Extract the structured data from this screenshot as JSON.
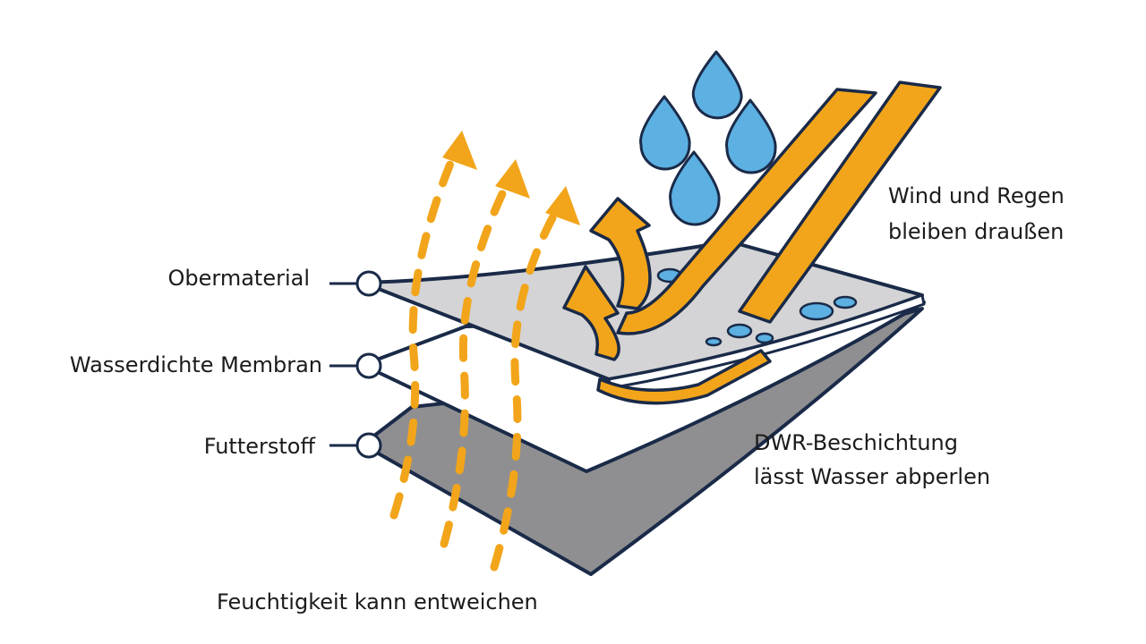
{
  "layer_labels": {
    "outer": "Obermaterial",
    "membrane": "Wasserdichte Membran",
    "lining": "Futterstoff"
  },
  "annotations": {
    "wind_rain_line1": "Wind und Regen",
    "wind_rain_line2": "bleiben draußen",
    "dwr_line1": "DWR-Beschichtung",
    "dwr_line2": "lässt Wasser abperlen",
    "moisture": "Feuchtigkeit kann entweichen"
  },
  "colors": {
    "outline": "#1a2a48",
    "outer_fabric": "#d4d4d6",
    "membrane": "#ffffff",
    "lining": "#8f8f91",
    "arrows": "#f2a51a",
    "droplets": "#5cb0e2"
  }
}
